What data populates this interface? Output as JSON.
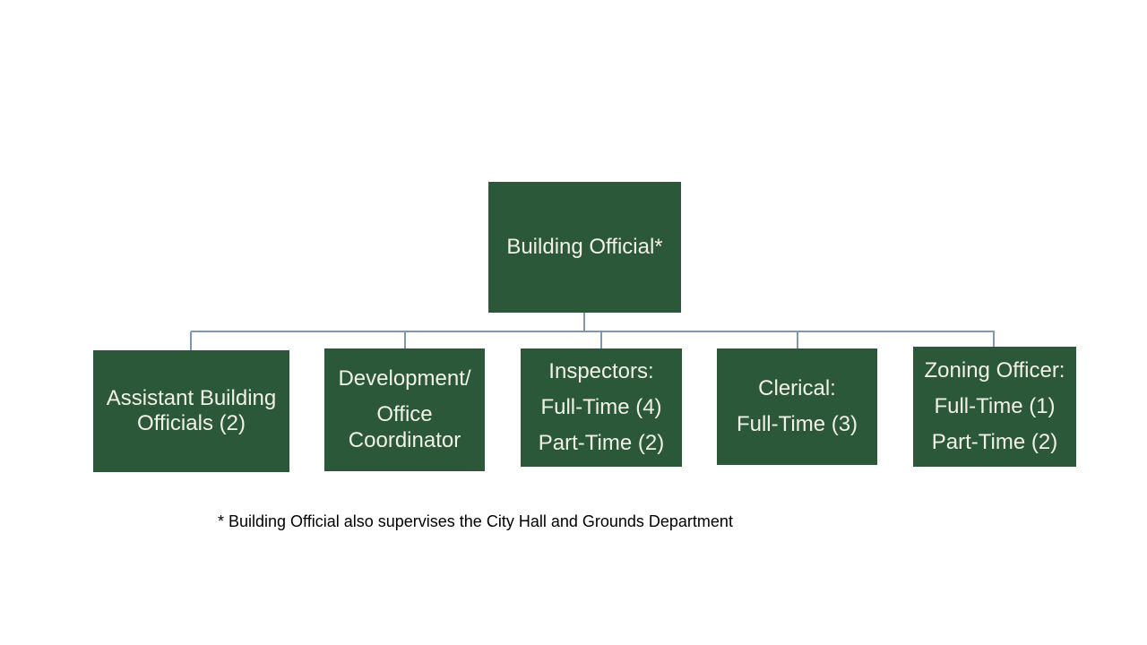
{
  "org_chart": {
    "root": {
      "label": "Building Official*"
    },
    "children": [
      {
        "name": "assistant-building-officials",
        "lines": [
          "Assistant Building Officials (2)"
        ]
      },
      {
        "name": "development-office-coordinator",
        "lines": [
          "Development/",
          "Office Coordinator"
        ]
      },
      {
        "name": "inspectors",
        "lines": [
          "Inspectors:",
          "Full-Time (4)",
          "Part-Time (2)"
        ]
      },
      {
        "name": "clerical",
        "lines": [
          "Clerical:",
          "Full-Time (3)"
        ]
      },
      {
        "name": "zoning-officer",
        "lines": [
          "Zoning Officer:",
          "Full-Time (1)",
          "Part-Time (2)"
        ]
      }
    ],
    "footnote": "* Building Official also supervises the City Hall and Grounds Department",
    "colors": {
      "box_fill": "#2a5839",
      "box_text": "#f2f1e8",
      "connector": "#7f97b2",
      "footnote_text": "#000000",
      "background": "#ffffff"
    }
  }
}
